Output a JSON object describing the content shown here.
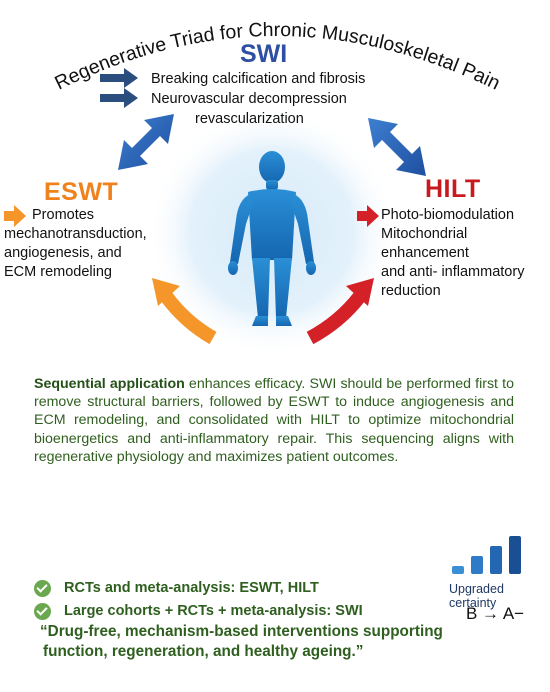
{
  "title": "Regenerative Triad for Chronic Musculoskeletal Pain",
  "swi": {
    "name": "SWI",
    "color": "#2e4fa3",
    "points": [
      "Breaking calcification and fibrosis",
      "Neurovascular decompression",
      "revascularization"
    ]
  },
  "eswt": {
    "name": "ESWT",
    "color": "#f0821e",
    "lines": [
      "Promotes",
      "mechanotransduction,",
      "angiogenesis, and",
      "ECM remodeling"
    ]
  },
  "hilt": {
    "name": "HILT",
    "color": "#c8191e",
    "lines": [
      "Photo-biomodulation",
      "Mitochondrial",
      "enhancement",
      "and anti- inflammatory",
      "reduction"
    ]
  },
  "paragraph": {
    "lead": "Sequential application",
    "body": " enhances efficacy. SWI should be performed first to remove structural barriers, followed by ESWT to induce angiogenesis and ECM remodeling, and consolidated with HILT to optimize mitochondrial bioenergetics and anti-inflammatory repair. This sequencing aligns with regenerative physiology and maximizes patient outcomes."
  },
  "evidence": [
    "RCTs and meta-analysis: ESWT, HILT",
    "Large cohorts + RCTs + meta-analysis: SWI"
  ],
  "certainty": {
    "label": "Upgraded certainty",
    "grade": "B → A−",
    "levels": [
      1,
      2,
      3,
      4
    ]
  },
  "quote": {
    "line1": "“Drug-free, mechanism-based interventions supporting",
    "line2": "function, regeneration, and healthy ageing.”"
  }
}
